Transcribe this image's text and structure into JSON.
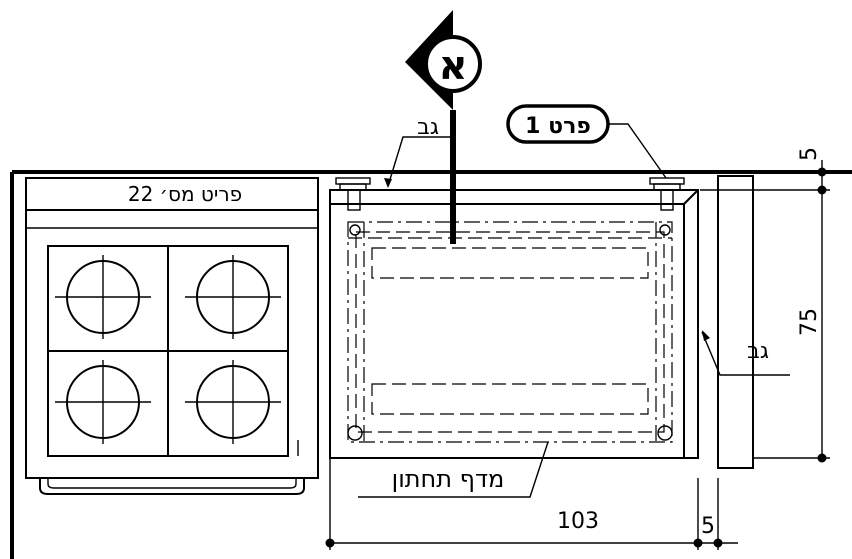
{
  "labels": {
    "section_marker": "א",
    "back_top": "גב",
    "back_right": "גב",
    "detail_ref": "פרט 1",
    "item_no": "פריט מס׳ 22",
    "bottom_shelf": "מדף תחתון"
  },
  "dimensions": {
    "top_gap": "5",
    "height": "75",
    "width": "103",
    "side_gap": "5"
  }
}
